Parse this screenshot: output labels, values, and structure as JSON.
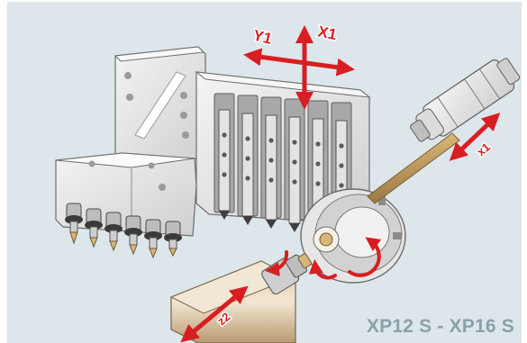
{
  "labels": {
    "y1": "Y1",
    "x1_top": "X1",
    "x1_right": "x1",
    "z2": "z2",
    "model": "XP12 S - XP16 S"
  },
  "colors": {
    "arrow": "#d81e22",
    "background": "#dde6ea",
    "metal": "#e9e9e9",
    "caption": "#8aa1a8",
    "brass": "#c9a060"
  }
}
